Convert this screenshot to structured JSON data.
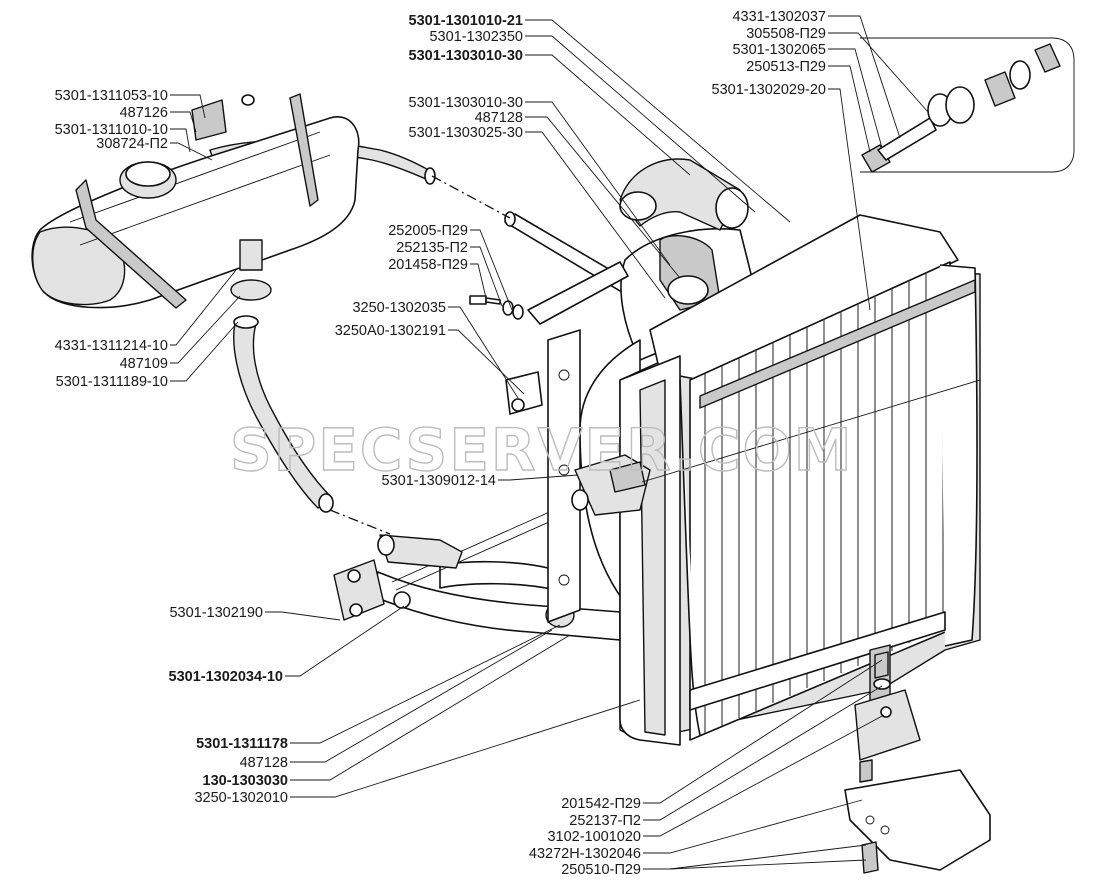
{
  "watermark": "SPECSERVER.COM",
  "labels": [
    {
      "id": "l01",
      "text": "5301-1301010-21",
      "bold": true
    },
    {
      "id": "l02",
      "text": "5301-1302350",
      "bold": false
    },
    {
      "id": "l03",
      "text": "5301-1303010-30",
      "bold": true
    },
    {
      "id": "l04",
      "text": "4331-1302037",
      "bold": false
    },
    {
      "id": "l05",
      "text": "305508-П29",
      "bold": false
    },
    {
      "id": "l06",
      "text": "5301-1302065",
      "bold": false
    },
    {
      "id": "l07",
      "text": "250513-П29",
      "bold": false
    },
    {
      "id": "l08",
      "text": "5301-1302029-20",
      "bold": false
    },
    {
      "id": "l09",
      "text": "5301-1311053-10",
      "bold": false
    },
    {
      "id": "l10",
      "text": "487126",
      "bold": false
    },
    {
      "id": "l11",
      "text": "5301-1311010-10",
      "bold": false
    },
    {
      "id": "l12",
      "text": "308724-П2",
      "bold": false
    },
    {
      "id": "l13",
      "text": "5301-1303010-30",
      "bold": false
    },
    {
      "id": "l14",
      "text": "487128",
      "bold": false
    },
    {
      "id": "l15",
      "text": "5301-1303025-30",
      "bold": false
    },
    {
      "id": "l16",
      "text": "252005-П29",
      "bold": false
    },
    {
      "id": "l17",
      "text": "252135-П2",
      "bold": false
    },
    {
      "id": "l18",
      "text": "201458-П29",
      "bold": false
    },
    {
      "id": "l19",
      "text": "3250-1302035",
      "bold": false
    },
    {
      "id": "l20",
      "text": "3250А0-1302191",
      "bold": false
    },
    {
      "id": "l21",
      "text": "4331-1311214-10",
      "bold": false
    },
    {
      "id": "l22",
      "text": "487109",
      "bold": false
    },
    {
      "id": "l23",
      "text": "5301-1311189-10",
      "bold": false
    },
    {
      "id": "l24",
      "text": "5301-1309012-14",
      "bold": false
    },
    {
      "id": "l25",
      "text": "5301-1302190",
      "bold": false
    },
    {
      "id": "l26",
      "text": "5301-1302034-10",
      "bold": true
    },
    {
      "id": "l27",
      "text": "5301-1311178",
      "bold": true
    },
    {
      "id": "l28",
      "text": "487128",
      "bold": false
    },
    {
      "id": "l29",
      "text": "130-1303030",
      "bold": true
    },
    {
      "id": "l30",
      "text": "3250-1302010",
      "bold": false
    },
    {
      "id": "l31",
      "text": "201542-П29",
      "bold": false
    },
    {
      "id": "l32",
      "text": "252137-П2",
      "bold": false
    },
    {
      "id": "l33",
      "text": "3102-1001020",
      "bold": false
    },
    {
      "id": "l34",
      "text": "43272Н-1302046",
      "bold": false
    },
    {
      "id": "l35",
      "text": "250510-П29",
      "bold": false
    }
  ]
}
